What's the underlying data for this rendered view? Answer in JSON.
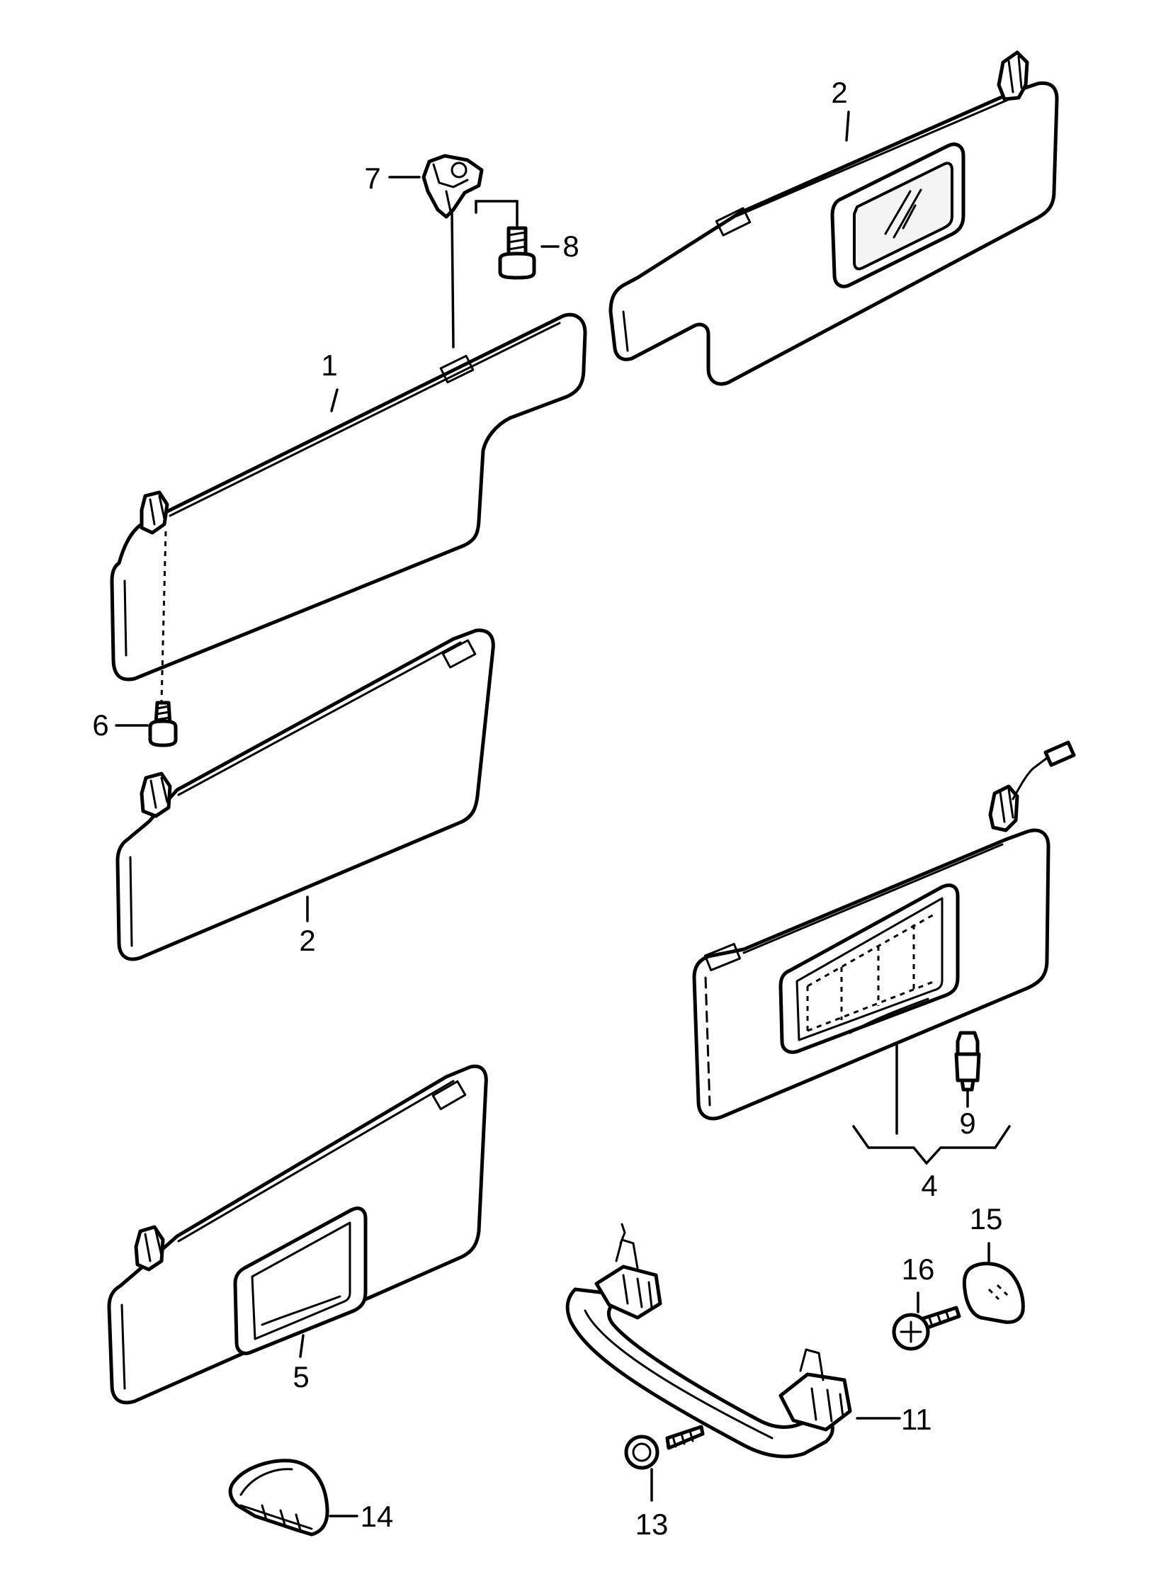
{
  "callouts": {
    "c1": "1",
    "c2a": "2",
    "c2b": "2",
    "c4": "4",
    "c5": "5",
    "c6": "6",
    "c7": "7",
    "c8": "8",
    "c9": "9",
    "c11": "11",
    "c13": "13",
    "c14": "14",
    "c15": "15",
    "c16": "16"
  },
  "colors": {
    "line": "#000000",
    "background": "#ffffff"
  }
}
